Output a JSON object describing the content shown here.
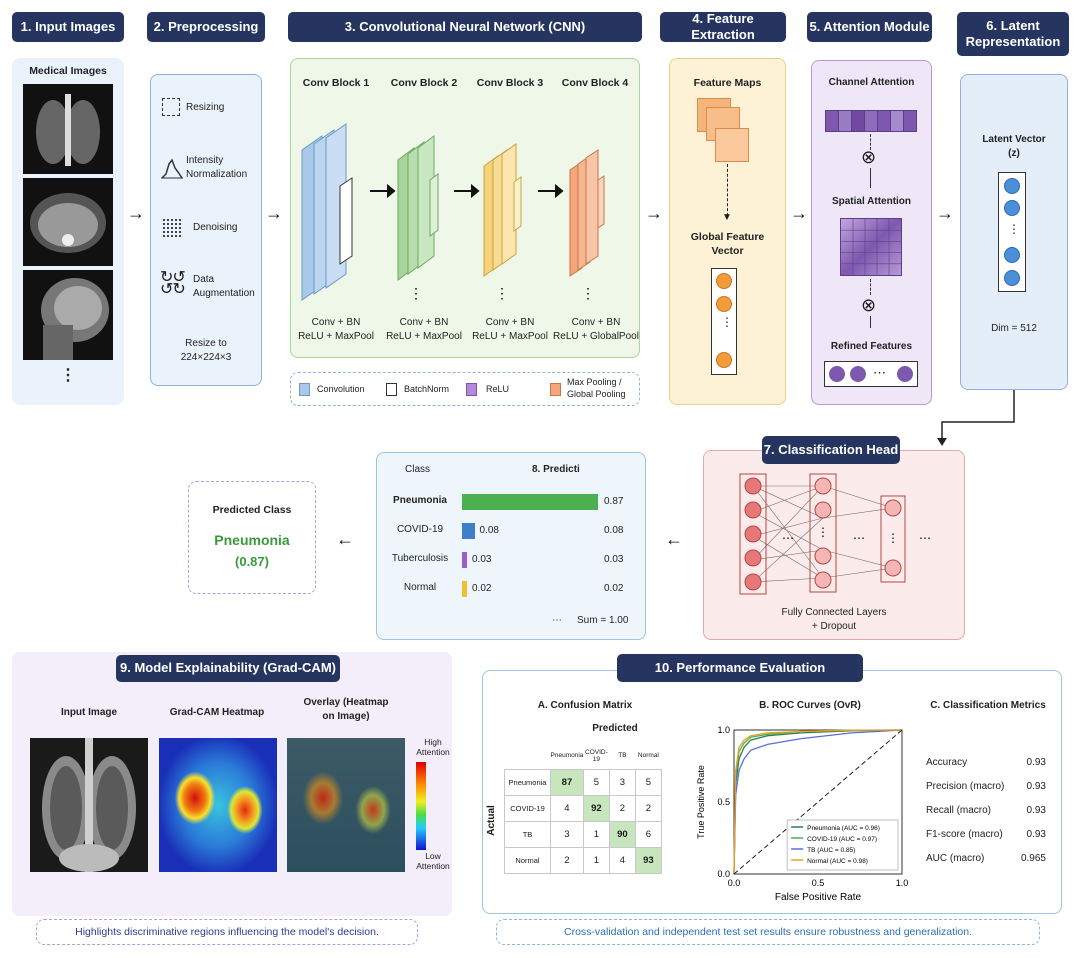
{
  "headers": {
    "h1": "1. Input Images",
    "h2": "2. Preprocessing",
    "h3": "3. Convolutional Neural Network (CNN)",
    "h4": "4. Feature Extraction",
    "h5": "5. Attention Module",
    "h6": "6. Latent\nRepresentation",
    "h7": "7. Classification Head",
    "h9": "9. Model Explainability (Grad-CAM)",
    "h10": "10. Performance Evaluation"
  },
  "input": {
    "title": "Medical Images",
    "more": "⋮"
  },
  "preprocessing": {
    "steps": [
      "Resizing",
      "Intensity\nNormalization",
      "Denoising",
      "Data\nAugmentation"
    ],
    "resize": "Resize to\n224×224×3"
  },
  "cnn": {
    "blocks": [
      {
        "name": "Conv Block 1",
        "desc": "Conv + BN\nReLU + MaxPool"
      },
      {
        "name": "Conv Block 2",
        "desc": "Conv + BN\nReLU + MaxPool"
      },
      {
        "name": "Conv Block 3",
        "desc": "Conv + BN\nReLU + MaxPool"
      },
      {
        "name": "Conv Block 4",
        "desc": "Conv + BN\nReLU + GlobalPool"
      }
    ],
    "legend": [
      "Convolution",
      "BatchNorm",
      "ReLU",
      "Max Pooling /\nGlobal Pooling"
    ],
    "colors": [
      "#a9c9ea",
      "#a6d49a",
      "#f7d27a",
      "#f4a77a"
    ]
  },
  "feature": {
    "maps": "Feature Maps",
    "vector": "Global Feature\nVector"
  },
  "attention": {
    "channel": "Channel Attention",
    "spatial": "Spatial Attention",
    "refined": "Refined Features",
    "op": "⊗"
  },
  "latent": {
    "title": "Latent Vector\n(z)",
    "dim": "Dim = 512"
  },
  "head": {
    "caption": "Fully Connected Layers\n+ Dropout"
  },
  "probs": {
    "col_class": "Class",
    "col_prob": "8. Predicti",
    "rows": [
      {
        "name": "Pneumonia",
        "value": 0.87,
        "inner": "",
        "right": "0.87",
        "color": "#4caf50"
      },
      {
        "name": "COVID-19",
        "value": 0.08,
        "inner": "0.08",
        "right": "0.08",
        "color": "#3f7fc9"
      },
      {
        "name": "Tuberculosis",
        "value": 0.03,
        "inner": "0.03",
        "right": "0.03",
        "color": "#9a5fc7"
      },
      {
        "name": "Normal",
        "value": 0.02,
        "inner": "0.02",
        "right": "0.02",
        "color": "#f0c030"
      }
    ],
    "sum": "Sum = 1.00",
    "dots": "⋯"
  },
  "predicted": {
    "title": "Predicted Class",
    "cls": "Pneumonia",
    "score": "(0.87)"
  },
  "gradcam": {
    "c1": "Input Image",
    "c2": "Grad-CAM Heatmap",
    "c3": "Overlay (Heatmap\non Image)",
    "high": "High\nAttention",
    "low": "Low\nAttention",
    "note": "Highlights discriminative regions influencing the model's decision."
  },
  "eval": {
    "cm_title": "A. Confusion Matrix",
    "predicted": "Predicted",
    "actual": "Actual",
    "cm_cols": [
      "Pneumonia",
      "COVID-19",
      "TB",
      "Normal"
    ],
    "cm_rows": [
      {
        "name": "Pneumonia",
        "vals": [
          "87",
          "5",
          "3",
          "5"
        ]
      },
      {
        "name": "COVID-19",
        "vals": [
          "4",
          "92",
          "2",
          "2"
        ]
      },
      {
        "name": "TB",
        "vals": [
          "3",
          "1",
          "90",
          "6"
        ]
      },
      {
        "name": "Normal",
        "vals": [
          "2",
          "1",
          "4",
          "93"
        ]
      }
    ],
    "roc_title": "B. ROC Curves (OvR)",
    "metrics_title": "C. Classification Metrics",
    "metrics": [
      {
        "name": "Accuracy",
        "value": "0.93"
      },
      {
        "name": "Precision (macro)",
        "value": "0.93"
      },
      {
        "name": "Recall (macro)",
        "value": "0.93"
      },
      {
        "name": "F1-score (macro)",
        "value": "0.93"
      },
      {
        "name": "AUC (macro)",
        "value": "0.965"
      }
    ],
    "note": "Cross-validation and independent test set results ensure robustness and generalization."
  },
  "chart_data": {
    "type": "line",
    "title": "B. ROC Curves (OvR)",
    "xlabel": "False Positive Rate",
    "ylabel": "True Positive Rate",
    "xlim": [
      0,
      1
    ],
    "ylim": [
      0,
      1
    ],
    "x_ticks": [
      "0.0",
      "0.5",
      "1.0"
    ],
    "y_ticks": [
      "0.0",
      "0.5",
      "1.0"
    ],
    "legend_position": "bottom-right",
    "series": [
      {
        "name": "Pneumonia (AUC = 0.96)",
        "color": "#2e7d4f",
        "x": [
          0,
          0.01,
          0.03,
          0.06,
          0.1,
          0.2,
          0.4,
          0.7,
          1
        ],
        "y": [
          0,
          0.62,
          0.8,
          0.88,
          0.93,
          0.96,
          0.98,
          0.995,
          1
        ]
      },
      {
        "name": "COVID-19 (AUC = 0.97)",
        "color": "#4caf50",
        "x": [
          0,
          0.01,
          0.03,
          0.06,
          0.1,
          0.2,
          0.4,
          0.7,
          1
        ],
        "y": [
          0,
          0.68,
          0.85,
          0.91,
          0.95,
          0.97,
          0.99,
          0.998,
          1
        ]
      },
      {
        "name": "TB (AUC = 0.85)",
        "color": "#5a6fd6",
        "x": [
          0,
          0.01,
          0.03,
          0.06,
          0.1,
          0.2,
          0.4,
          0.7,
          1
        ],
        "y": [
          0,
          0.55,
          0.72,
          0.8,
          0.86,
          0.9,
          0.94,
          0.98,
          1
        ]
      },
      {
        "name": "Normal (AUC = 0.98)",
        "color": "#f0a020",
        "x": [
          0,
          0.01,
          0.03,
          0.06,
          0.1,
          0.2,
          0.4,
          0.7,
          1
        ],
        "y": [
          0,
          0.72,
          0.88,
          0.93,
          0.96,
          0.98,
          0.99,
          0.999,
          1
        ]
      },
      {
        "name": "",
        "color": "#222",
        "dashed": true,
        "x": [
          0,
          1
        ],
        "y": [
          0,
          1
        ]
      }
    ]
  }
}
